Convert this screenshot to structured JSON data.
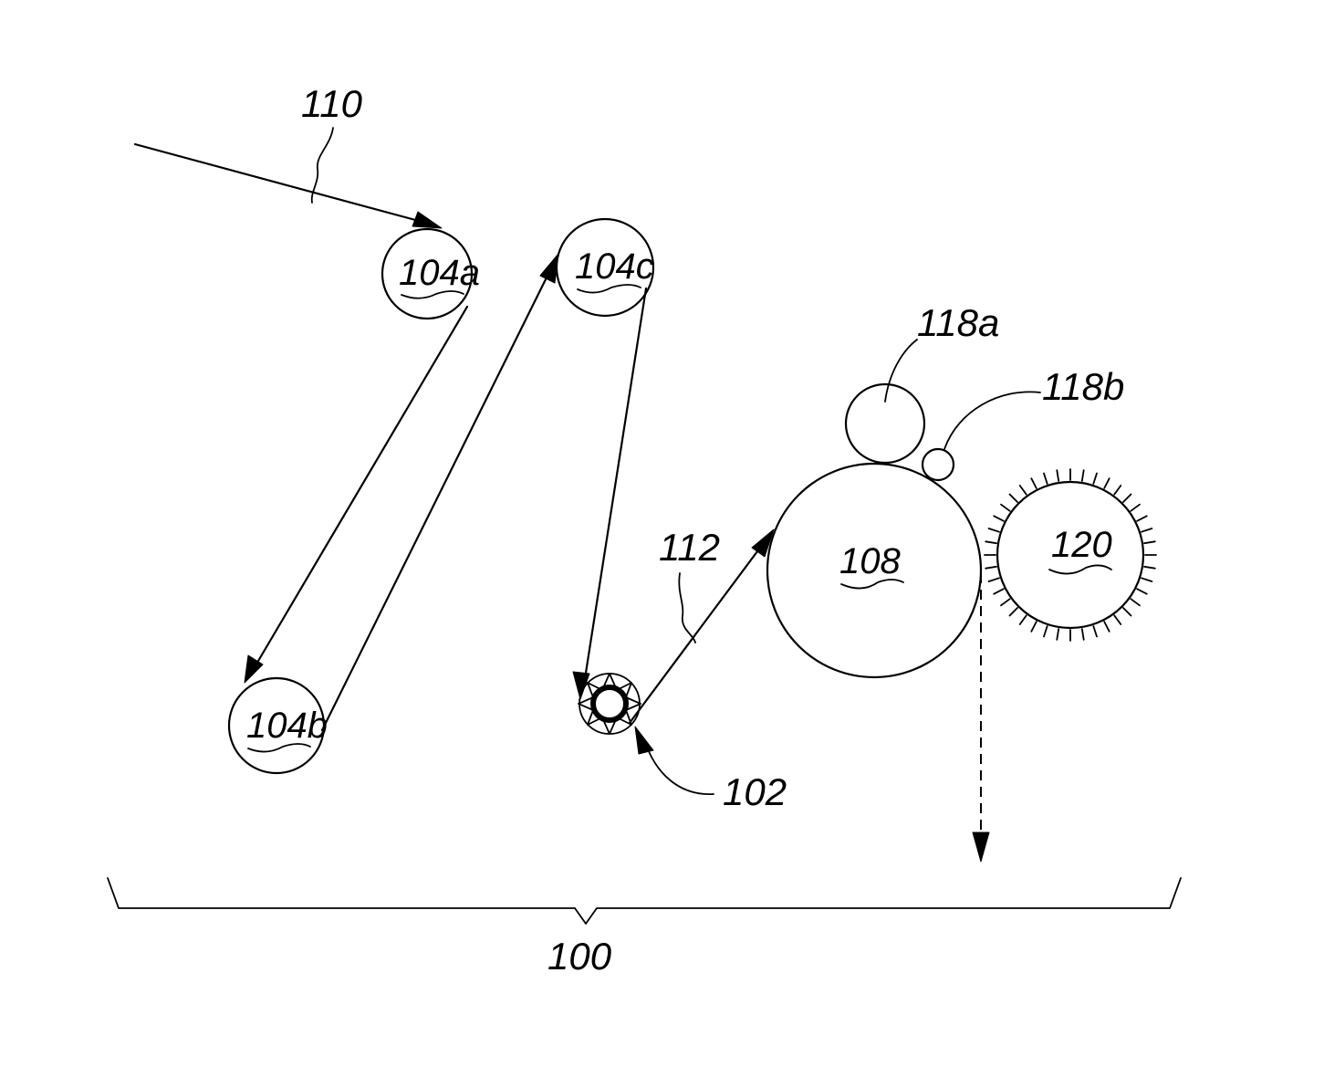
{
  "labels": {
    "web_path": "110",
    "roll_104a": "104a",
    "roll_104b": "104b",
    "roll_104c": "104c",
    "roll_108": "108",
    "roll_118a": "118a",
    "roll_118b": "118b",
    "roll_120": "120",
    "path_112": "112",
    "device_102": "102",
    "system_100": "100"
  }
}
